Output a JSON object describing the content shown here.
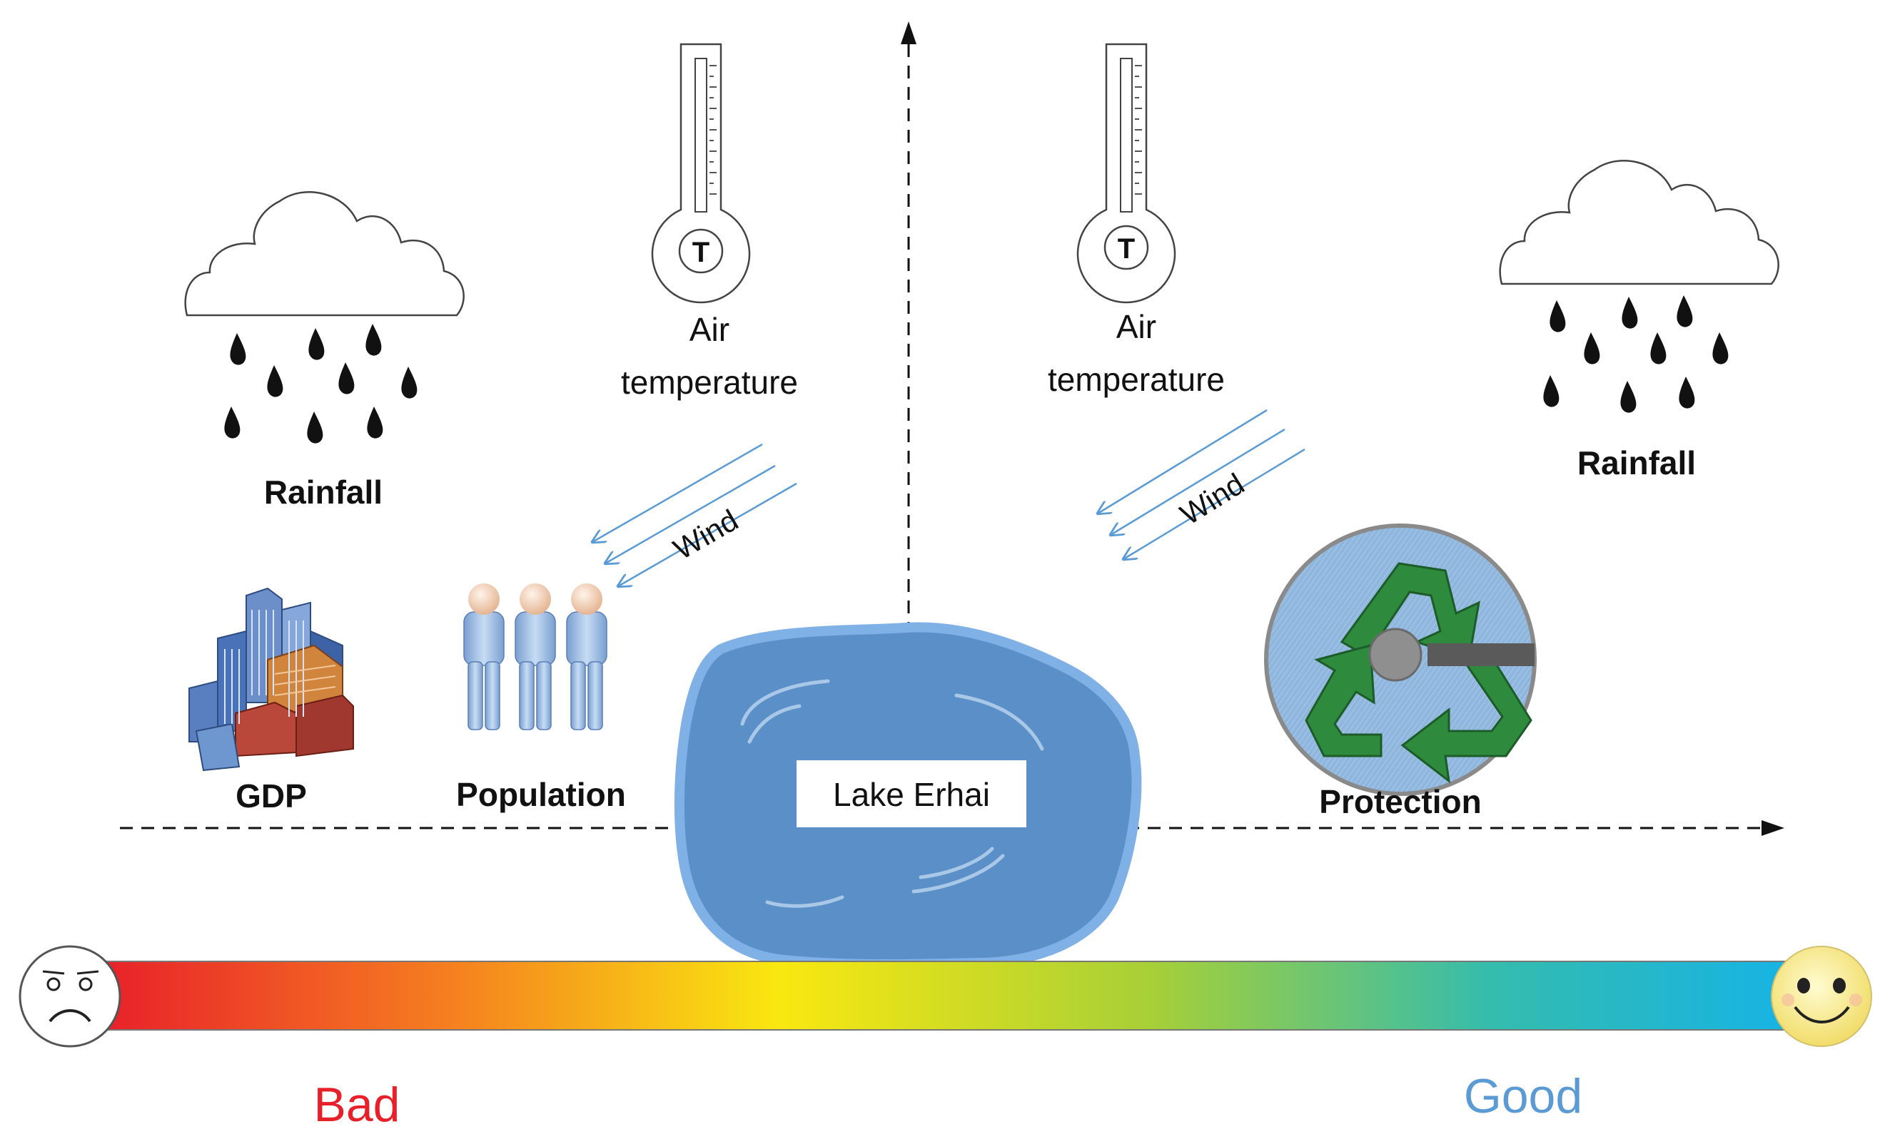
{
  "labels": {
    "rainfall_left": "Rainfall",
    "rainfall_right": "Rainfall",
    "air_temp_left_line1": "Air",
    "air_temp_left_line2": "temperature",
    "air_temp_right_line1": "Air",
    "air_temp_right_line2": "temperature",
    "wind_left": "Wind",
    "wind_right": "Wind",
    "gdp": "GDP",
    "population": "Population",
    "protection": "Protection",
    "lake": "Lake Erhai",
    "thermo_letter_left": "T",
    "thermo_letter_right": "T"
  },
  "scale": {
    "bad_label": "Bad",
    "good_label": "Good",
    "gradient_colors": [
      "#e8202a",
      "#f57c20",
      "#f9e810",
      "#a6cf38",
      "#34bcae",
      "#16b3e6"
    ]
  },
  "colors": {
    "bad": "#e8202a",
    "good": "#5b9bd5",
    "lake_fill": "#5b8fc7",
    "lake_edge": "#7fb0e6",
    "wind_lines": "#5b9bd5",
    "recycle_green": "#2e8b3e"
  },
  "icons": {
    "rain_cloud": "rain-cloud-icon",
    "thermometer": "thermometer-icon",
    "city": "city-buildings-icon",
    "people": "people-group-icon",
    "recycle": "recycle-icon",
    "sad_face": "sad-face-icon",
    "smiley_face": "smiley-face-icon"
  }
}
